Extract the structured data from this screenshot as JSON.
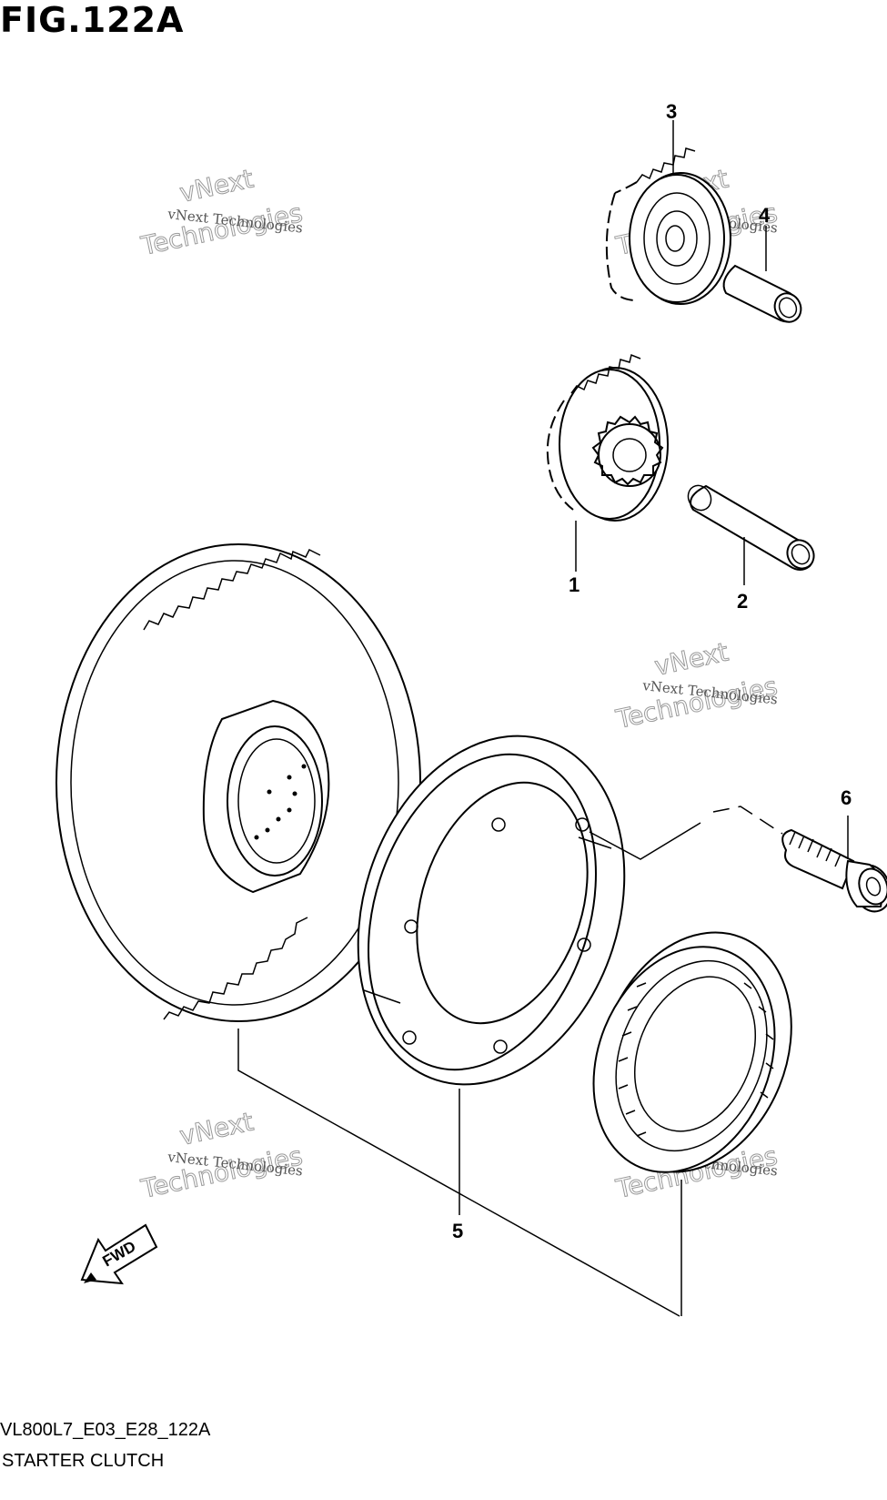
{
  "figure": {
    "title": "FIG.122A",
    "code": "VL800L7_E03_E28_122A",
    "name": "STARTER CLUTCH"
  },
  "callouts": [
    "1",
    "2",
    "3",
    "4",
    "5",
    "6"
  ],
  "fwd_label": "FWD",
  "watermark": {
    "line1": "vNext Technologies",
    "line2": "vNext",
    "line3": "Technologies"
  }
}
